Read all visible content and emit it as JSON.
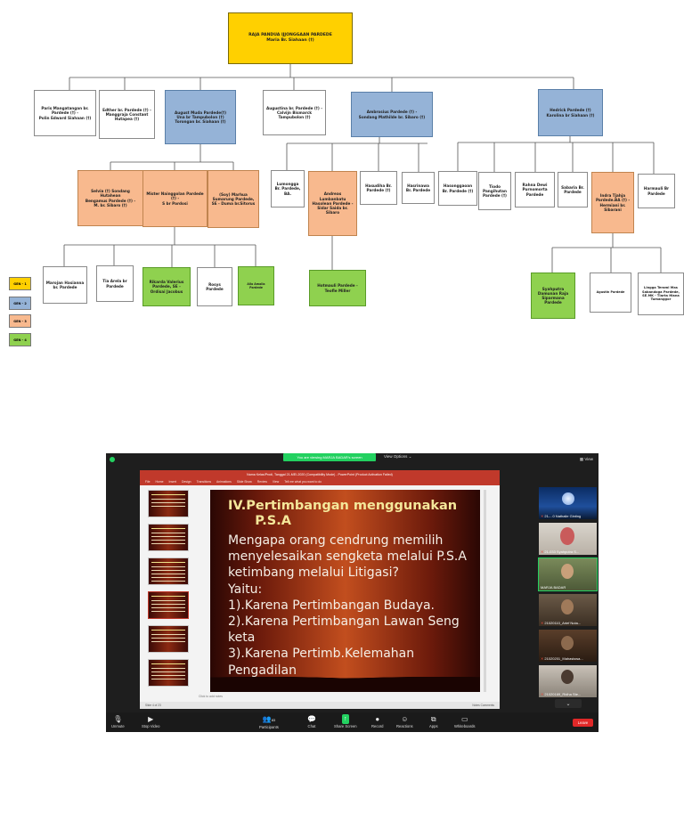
{
  "tree": {
    "g1": {
      "root": "RAJA PANDUA IJJONGGAAN PARDEDE\nMaria Br. Siahaan (†)"
    },
    "g2": {
      "n1": "Paris Mangatangan br. Pardede (†) -\nPolin Edward Siahaan (†)",
      "n2": "Edther br. Pardede (†) -\nManggraja Constant Hutapea (†)",
      "n3": "August Muda Pardede(†)\nUna br Tampubolon (†)\nTorongan br. Siahaan (†)",
      "n4": "Augustina br. Pardede (†) -\nCalvijn Bismarck Tampubolon (†)",
      "n5": "Ambrosius Pardede (†) -\nSondang Mathilde br. Sibaro (†)",
      "n6": "Hedrick Pardede (†)\nKarolina br Siahaan (†)"
    },
    "g3": {
      "n1": "Selvia (†) Sondang Hutahean\nBengamus Pardede (†) -\nM. br. Sibaro (†)",
      "n2": "Mister Nainggolan Pardede (†) -\nS br Pardosi",
      "n3": "(Soy) Marhua Sumarung Pardede, SE - Duma br.Sitorus",
      "n4": "Lumongga Br. Pardede, BA.",
      "n5": "Andreas Lumbanbatu\nHasolean Pardede - Sidar Saida br. Sibaro",
      "n6": "Hasudiha Br. Pardede (†)",
      "n7": "Hasrinawa Br. Pardede",
      "n8": "Hasonggaoan Br. Pardede (†)",
      "n9": "Tiodo Pangihutan Pardede (†)",
      "n10": "Rahna Dewi Purnomorta Pardede",
      "n11": "Sabaria Br. Pardede",
      "n12": "Indra Tjahja Pardede.BA (†) - Hermiani br. Sibarani",
      "n13": "Harmauli Br Pardede"
    },
    "g4": {
      "n1": "Marojan Hasianna br. Pardede",
      "n2": "Tia Arela br Pardede",
      "n3": "Rikarda Valerius Pardede, SE - Ordisai Jacobus",
      "n4": "Rosys Pardede",
      "n5": "Alia Amalia Pardede",
      "n6": "Hotmauli Pardede - Teofle Miller",
      "n7": "Syahputra Damunan Raja Siparmana Pardede",
      "n8": "Agustin Pardede",
      "n9": "Lingga Terami Mas Sabandoga Pardede, SE.MK - Tiarta Hiana Tumanggor"
    },
    "legend": {
      "g1": "GEN - 1",
      "g2": "GEN - 2",
      "g3": "GEN - 3",
      "g4": "GEN - 4"
    },
    "colors": {
      "g1": "#ffd000",
      "g2": "#95b3d7",
      "g3": "#f8b98e",
      "g4": "#8fd14f"
    }
  },
  "zoom": {
    "share_banner": "You are viewing MARJA BADAR's screen",
    "view_options": "View Options ⌄",
    "view_button": "▦ View",
    "ppt": {
      "title_bar": "Nama Kelas/Prodi, Tanggal 21-MEI-2020 (Compatibility Mode) - PowerPoint (Product Activation Failed)",
      "menu": [
        "File",
        "Home",
        "Insert",
        "Design",
        "Transitions",
        "Animations",
        "Slide Show",
        "Review",
        "View",
        "Tell me what you want to do"
      ],
      "notes_hint": "Click to add notes",
      "status_left": "Slide 4 of 23",
      "status_right": "Notes   Comments"
    },
    "slide": {
      "title": "IV.Pertimbangan menggunakan\n      P.S.A",
      "body": "Mengapa orang cendrung memilih menyelesaikan sengketa melalui P.S.A ketimbang melalui Litigasi?\nYaitu:\n1).Karena Pertimbangan Budaya.\n2).Karena Pertimbangan Lawan Seng\n    keta\n3).Karena Pertimb.Kelemahan Pengadilan"
    },
    "participants": [
      {
        "name": "21-...0 Nathalie Ginting"
      },
      {
        "name": "21-033 Syahputra S..."
      },
      {
        "name": "MARJA BADAR"
      },
      {
        "name": "21020110_Arief Nuta..."
      },
      {
        "name": "21020201_Mahasiswa..."
      },
      {
        "name": "21020169_Ridha Ste..."
      }
    ],
    "controls": {
      "unmute": "Unmute",
      "stop_video": "Stop Video",
      "participants": "Participants",
      "participants_count": "83",
      "chat": "Chat",
      "share_screen": "Share Screen",
      "record": "Record",
      "reactions": "Reactions",
      "apps": "Apps",
      "whiteboards": "Whiteboards",
      "leave": "Leave"
    }
  }
}
